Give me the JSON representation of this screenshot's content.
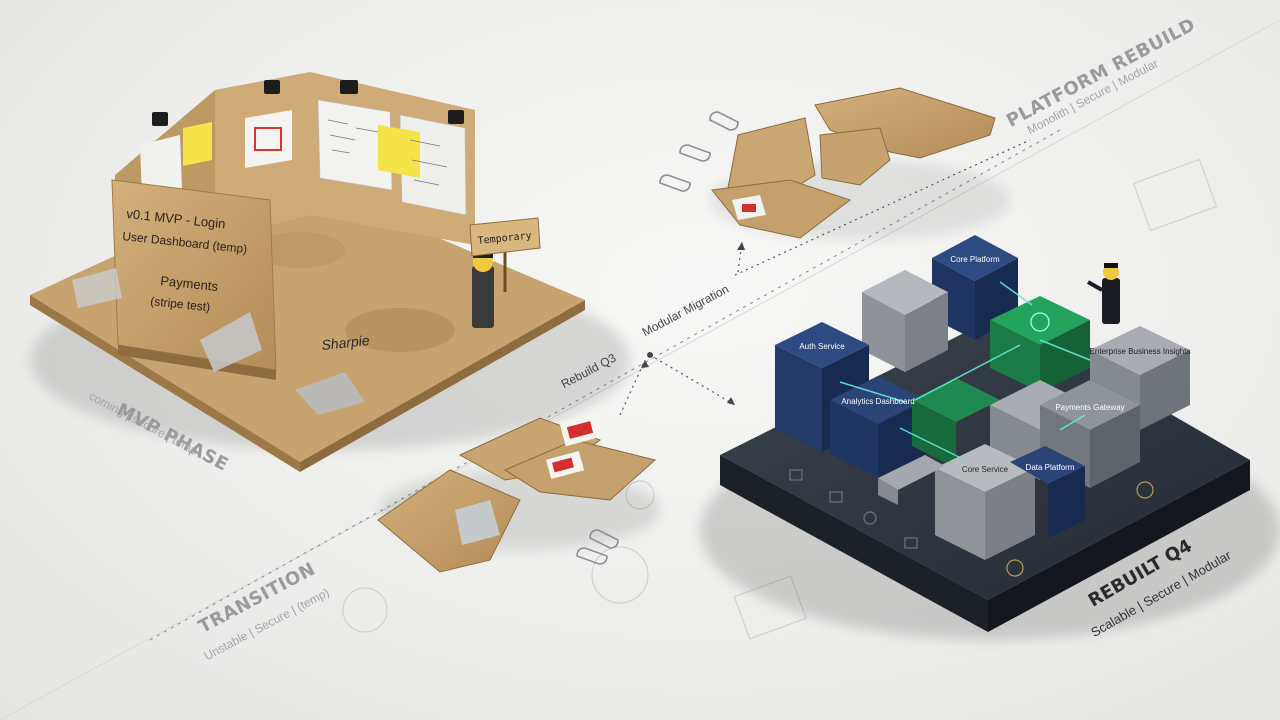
{
  "mvp_phase": {
    "title": "MVP PHASE",
    "subtitle": "coming | secure | temp",
    "board_lines": [
      "v0.1 MVP - Login",
      "User Dashboard (temp)",
      "Payments",
      "(stripe test)"
    ],
    "sign": "Temporary",
    "marker": "Sharpie"
  },
  "transition": {
    "title": "TRANSITION",
    "subtitle": "Unstable | Secure | (temp)"
  },
  "migration_path": {
    "label_rebuild": "Rebuild Q3",
    "label_migration": "Modular Migration"
  },
  "platform_rebuild": {
    "title": "PLATFORM REBUILD",
    "subtitle": "Monolith | Secure | Modular"
  },
  "rebuilt": {
    "title": "REBUILT Q4",
    "subtitle": "Scalable | Secure | Modular"
  },
  "blocks": [
    "Core Platform",
    "Auth Service",
    "Enterprise Business Insights",
    "Payments Gateway",
    "Core Service",
    "Data Platform",
    "Analytics Dashboard"
  ],
  "colors": {
    "cardboard": "#c9a572",
    "cardboard_dark": "#a8844f",
    "block_navy": "#263a66",
    "block_gray": "#9ea2a8",
    "block_green": "#1f7a4a",
    "base_dark": "#2f3640",
    "accent_glow": "#5ff0d2"
  }
}
